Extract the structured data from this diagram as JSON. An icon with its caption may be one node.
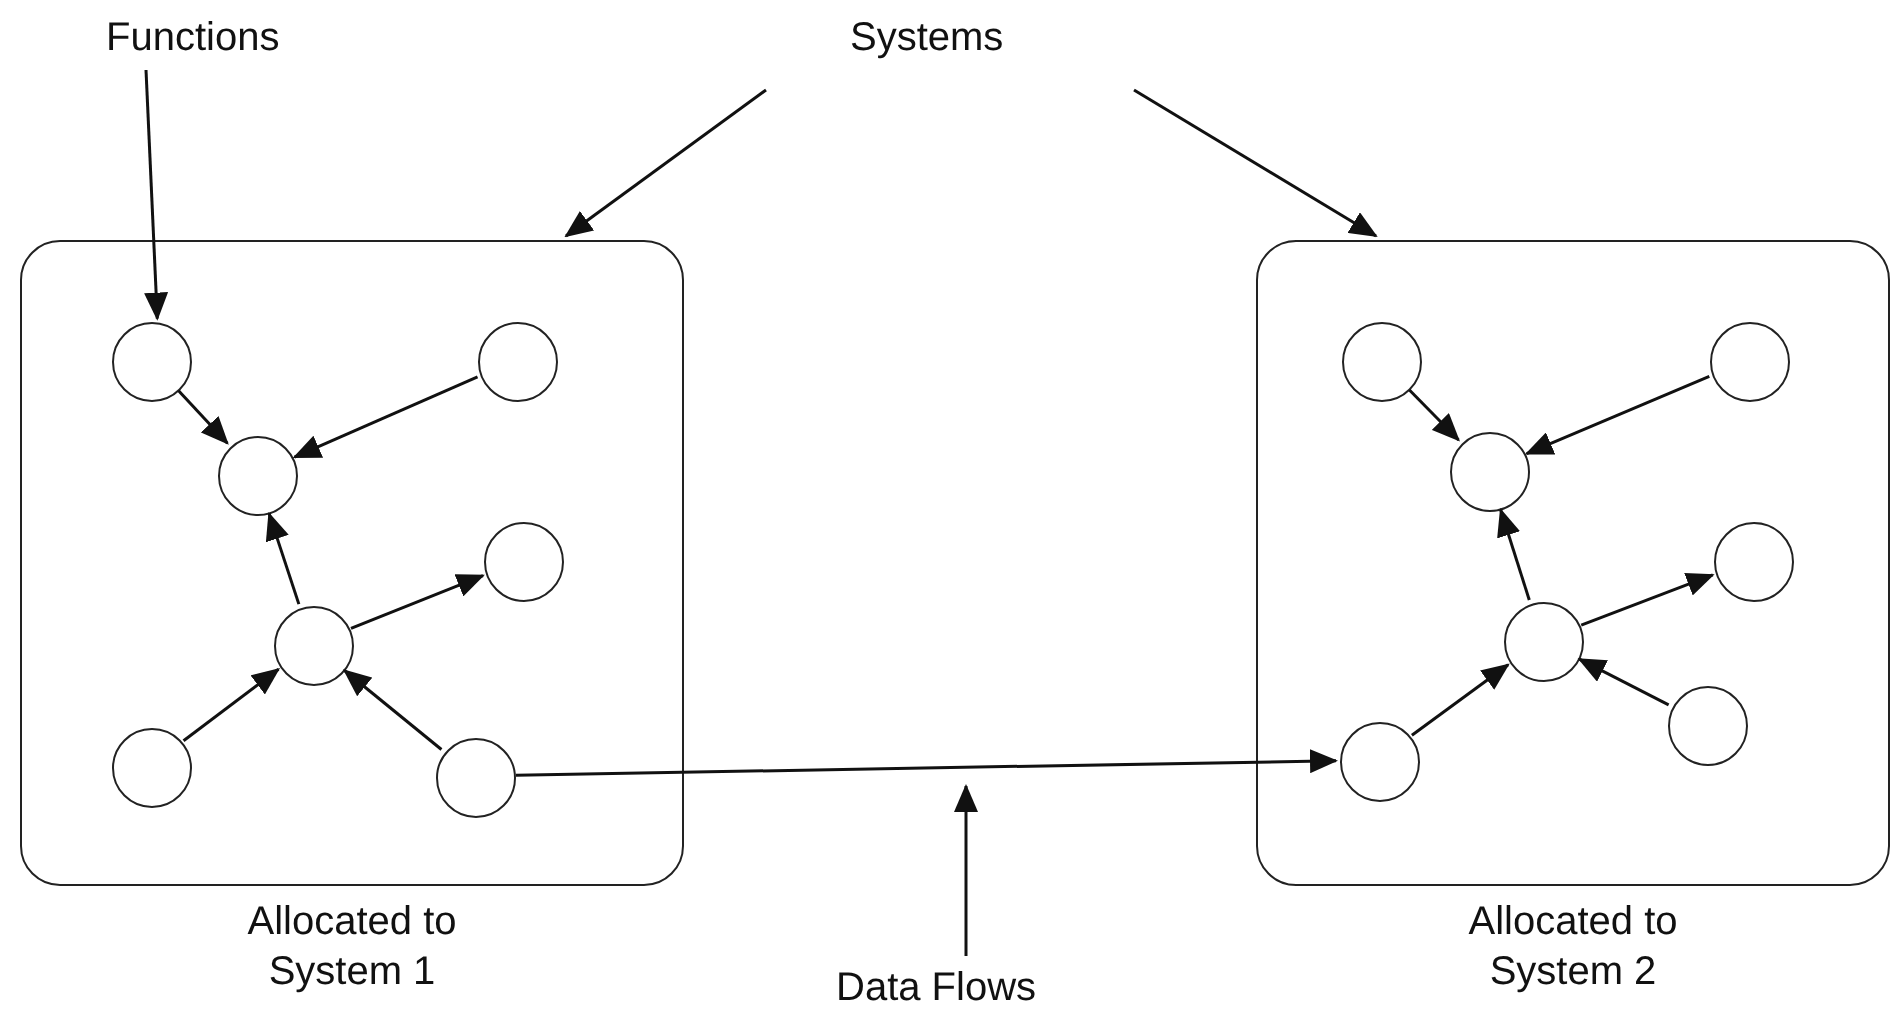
{
  "diagram": {
    "nodes": [
      {
        "text": [
          "Functions"
        ]
      },
      {
        "text": [
          "Systems"
        ]
      },
      {
        "text": [],
        "shape": "box",
        "beside": [
          "Allocated to System 1"
        ]
      },
      {
        "text": [],
        "shape": "circle",
        "in": 2
      },
      {
        "text": [],
        "shape": "circle",
        "in": 2
      },
      {
        "text": [],
        "shape": "circle",
        "in": 2
      },
      {
        "text": [],
        "shape": "circle",
        "in": 2
      },
      {
        "text": [],
        "shape": "circle",
        "in": 2
      },
      {
        "text": [],
        "shape": "circle",
        "in": 2
      },
      {
        "text": [],
        "shape": "circle",
        "in": 2
      },
      {
        "text": [],
        "shape": "box",
        "beside": [
          "Allocated to System 2"
        ]
      },
      {
        "text": [],
        "shape": "circle",
        "in": 10
      },
      {
        "text": [],
        "shape": "circle",
        "in": 10
      },
      {
        "text": [],
        "shape": "circle",
        "in": 10
      },
      {
        "text": [],
        "shape": "circle",
        "in": 10
      },
      {
        "text": [],
        "shape": "circle",
        "in": 10
      },
      {
        "text": [],
        "shape": "circle",
        "in": 10
      },
      {
        "text": [],
        "shape": "circle",
        "in": 10
      },
      {
        "text": [
          "Data Flows"
        ]
      }
    ],
    "edges": [
      {
        "from": 0,
        "to": 3,
        "arrow": "to"
      },
      {
        "from": 1,
        "to": 2,
        "arrow": "to"
      },
      {
        "from": 1,
        "to": 10,
        "arrow": "to"
      },
      {
        "from": 3,
        "to": 5,
        "arrow": "to"
      },
      {
        "from": 4,
        "to": 5,
        "arrow": "to"
      },
      {
        "from": 7,
        "to": 5,
        "arrow": "to"
      },
      {
        "from": 7,
        "to": 6,
        "arrow": "to"
      },
      {
        "from": 8,
        "to": 7,
        "arrow": "to"
      },
      {
        "from": 9,
        "to": 7,
        "arrow": "to"
      },
      {
        "from": 9,
        "to": 16,
        "arrow": "to"
      },
      {
        "from": 11,
        "to": 13,
        "arrow": "to"
      },
      {
        "from": 12,
        "to": 13,
        "arrow": "to"
      },
      {
        "from": 15,
        "to": 13,
        "arrow": "to"
      },
      {
        "from": 15,
        "to": 14,
        "arrow": "to"
      },
      {
        "from": 16,
        "to": 15,
        "arrow": "to"
      },
      {
        "from": 17,
        "to": 15,
        "arrow": "to"
      },
      {
        "from": 18,
        "to": null,
        "arrow": "to"
      }
    ]
  }
}
